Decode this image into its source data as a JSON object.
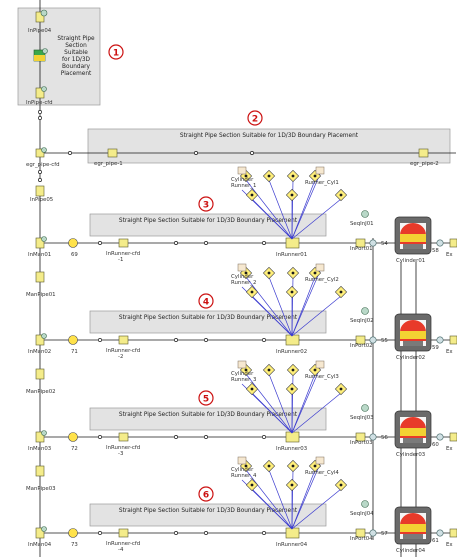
{
  "top_panel": {
    "component": "InPipe04",
    "cfd_component": "InPipe-cfd",
    "title": "Straight Pipe Section Suitable for 1D/3D Boundary Placement",
    "title_lines": [
      "Straight Pipe",
      "Section",
      "Suitable",
      "for 1D/3D",
      "Boundary",
      "Placement"
    ],
    "marker": "1"
  },
  "egr": {
    "title": "Straight Pipe Section Suitable for 1D/3D Boundary Placement",
    "marker": "2",
    "left_label": "egr_pipe-cfd",
    "pipe_1": "egr_pipe-1",
    "pipe_2": "egr_pipe-2",
    "in_pipe": "InPipe05"
  },
  "section_title": "Straight Pipe Section Suitable for 1D/3D Boundary Placement",
  "cylinders": [
    {
      "marker": "3",
      "manifold": "InMan01",
      "junction": "69",
      "cfd": "InRunner-cfd",
      "cfd_sub": "-1",
      "runner": "InRunner01",
      "cyl_runner_lines": [
        "Cylinder",
        "Runner_1"
      ],
      "runner_cyl": "Runner_Cyl1",
      "seq": "SeqInJ01",
      "port": "InPort01",
      "in_no": "54",
      "cylinder": "Cylinder01",
      "out_no": "58",
      "exit": "Ex",
      "below": "ManPipe01"
    },
    {
      "marker": "4",
      "manifold": "InMan02",
      "junction": "71",
      "cfd": "InRunner-cfd",
      "cfd_sub": "-2",
      "runner": "InRunner02",
      "cyl_runner_lines": [
        "Cylinder",
        "Runner_2"
      ],
      "runner_cyl": "Runner_Cyl2",
      "seq": "SeqInJ02",
      "port": "InPort02",
      "in_no": "55",
      "cylinder": "Cylinder02",
      "out_no": "59",
      "exit": "Ex",
      "below": "ManPipe02"
    },
    {
      "marker": "5",
      "manifold": "InMan03",
      "junction": "72",
      "cfd": "InRunner-cfd",
      "cfd_sub": "-3",
      "runner": "InRunner03",
      "cyl_runner_lines": [
        "Cylinder",
        "Runner_3"
      ],
      "runner_cyl": "Runner_Cyl3",
      "seq": "SeqInJ03",
      "port": "InPort03",
      "in_no": "56",
      "cylinder": "Cylinder03",
      "out_no": "60",
      "exit": "Ex",
      "below": "ManPipe03"
    },
    {
      "marker": "6",
      "manifold": "InMan04",
      "junction": "73",
      "cfd": "InRunner-cfd",
      "cfd_sub": "-4",
      "runner": "InRunner04",
      "cyl_runner_lines": [
        "Cylinder",
        "Runner_4"
      ],
      "runner_cyl": "Runner_Cyl4",
      "seq": "SeqInJ04",
      "port": "InPort04",
      "in_no": "57",
      "cylinder": "Cylinder04",
      "out_no": "61",
      "exit": "Ex",
      "below": ""
    }
  ],
  "colors": {
    "marker": "#cc1111",
    "link": "#3b3bcf",
    "box": "#e3e3e3",
    "component": "#f4ec8a"
  }
}
